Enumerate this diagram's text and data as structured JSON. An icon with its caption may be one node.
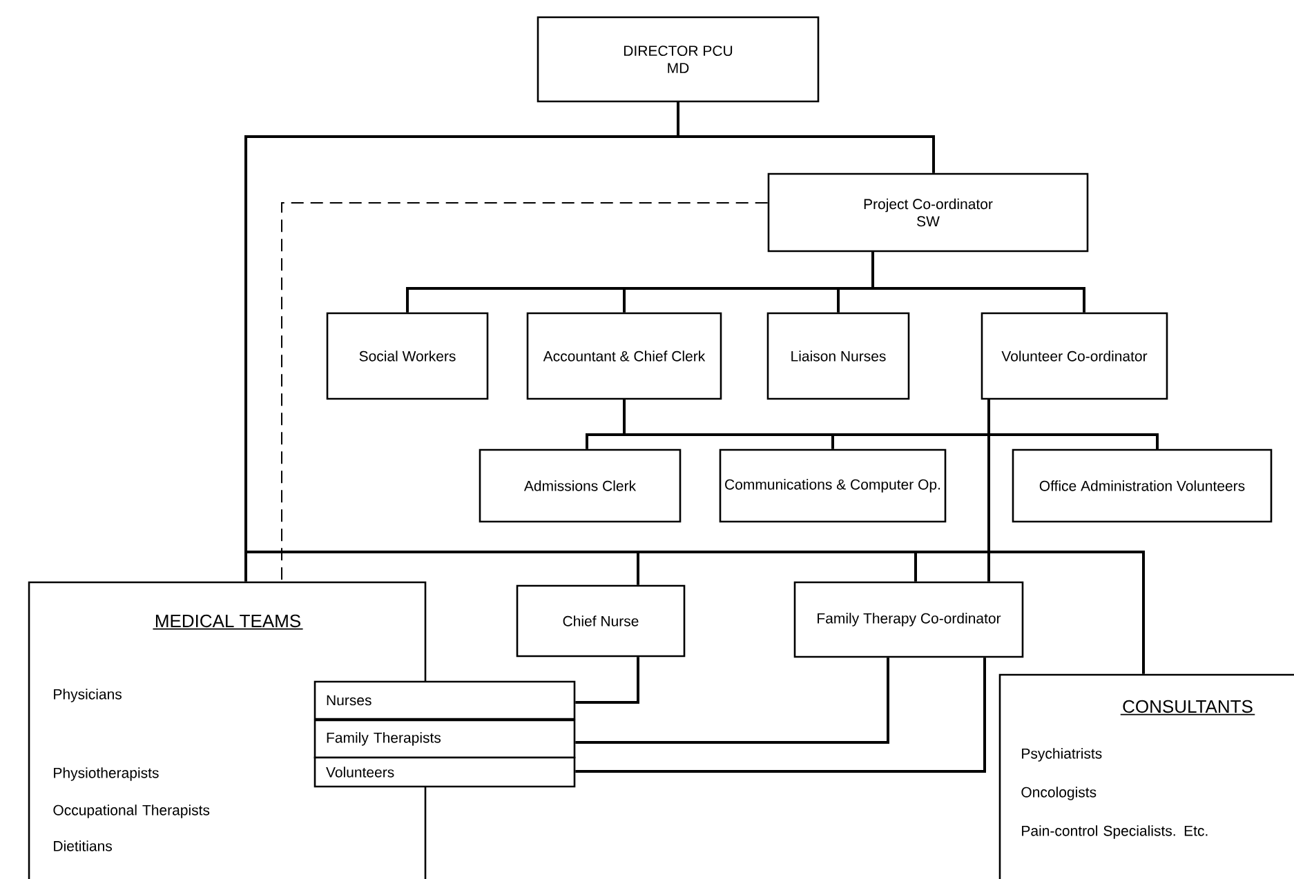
{
  "diagram": {
    "nodes": [
      {
        "text": [
          "DIRECTOR PCU",
          "MD"
        ]
      },
      {
        "text": [
          "Project Co-ordinator",
          "SW"
        ]
      },
      {
        "text": [
          "Social Workers"
        ]
      },
      {
        "text": [
          "Accountant & Chief Clerk"
        ]
      },
      {
        "text": [
          "Liaison Nurses"
        ]
      },
      {
        "text": [
          "Volunteer Co-ordinator"
        ]
      },
      {
        "text": [
          "Admissions Clerk"
        ]
      },
      {
        "text": [
          "Communications & Computer Op."
        ]
      },
      {
        "text": [
          "Office Administration Volunteers"
        ]
      },
      {
        "text": [
          "MEDICAL TEAMS",
          "Physicians",
          "Physiotherapists",
          "Occupational Therapists",
          "Dietitians"
        ]
      },
      {
        "text": [
          "Chief Nurse"
        ]
      },
      {
        "text": [
          "Family Therapy Co-ordinator"
        ]
      },
      {
        "text": [
          "Nurses"
        ]
      },
      {
        "text": [
          "Family Therapists"
        ]
      },
      {
        "text": [
          "Volunteers"
        ]
      },
      {
        "text": [
          "CONSULTANTS",
          "Psychiatrists",
          "Oncologists",
          "Pain-control Specialists. Etc."
        ]
      }
    ],
    "edges": [
      {
        "from": 0,
        "to": 1,
        "arrow": "none"
      },
      {
        "from": 0,
        "to": 9,
        "arrow": "none"
      },
      {
        "from": 0,
        "to": 10,
        "arrow": "none"
      },
      {
        "from": 0,
        "to": 11,
        "arrow": "none"
      },
      {
        "from": 0,
        "to": 15,
        "arrow": "none"
      },
      {
        "from": 1,
        "to": 9,
        "arrow": "none",
        "style": "dashed"
      },
      {
        "from": 1,
        "to": 2,
        "arrow": "none"
      },
      {
        "from": 1,
        "to": 3,
        "arrow": "none"
      },
      {
        "from": 1,
        "to": 4,
        "arrow": "none"
      },
      {
        "from": 1,
        "to": 5,
        "arrow": "none"
      },
      {
        "from": 3,
        "to": 6,
        "arrow": "none"
      },
      {
        "from": 3,
        "to": 7,
        "arrow": "none"
      },
      {
        "from": 3,
        "to": 8,
        "arrow": "none"
      },
      {
        "from": 5,
        "to": 8,
        "arrow": "none"
      },
      {
        "from": 5,
        "to": 11,
        "arrow": "none"
      },
      {
        "from": 10,
        "to": 12,
        "arrow": "none"
      },
      {
        "from": 11,
        "to": 13,
        "arrow": "none"
      },
      {
        "from": 11,
        "to": 14,
        "arrow": "none"
      }
    ]
  }
}
